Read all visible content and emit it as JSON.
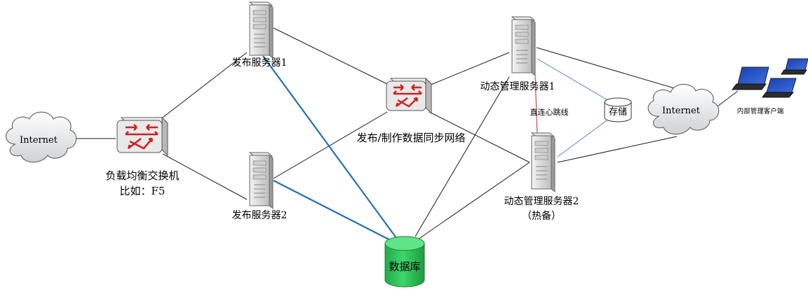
{
  "nodes": {
    "internet_left": {
      "label": "Internet"
    },
    "internet_right": {
      "label": "Internet"
    },
    "load_balancer": {
      "label_line1": "负载均衡交换机",
      "label_line2": "比如：F5"
    },
    "publish_server_1": {
      "label": "发布服务器1"
    },
    "publish_server_2": {
      "label": "发布服务器2"
    },
    "sync_switch": {
      "label": "发布/制作数据同步网络"
    },
    "dynamic_server_1": {
      "label": "动态管理服务器1"
    },
    "dynamic_server_2": {
      "label_line1": "动态管理服务器2",
      "label_line2": "（热备）"
    },
    "storage": {
      "label": "存储"
    },
    "database": {
      "label": "数据库"
    },
    "heartbeat": {
      "label": "直连心跳线"
    },
    "internal_clients": {
      "label": "内部管理客户端"
    }
  },
  "colors": {
    "link_black": "#1a1a1a",
    "link_blue_thick": "#1f6fbf",
    "link_blue_thin": "#4a86d0",
    "link_red": "#cc2222",
    "cylinder_green": "#2fc35a"
  }
}
